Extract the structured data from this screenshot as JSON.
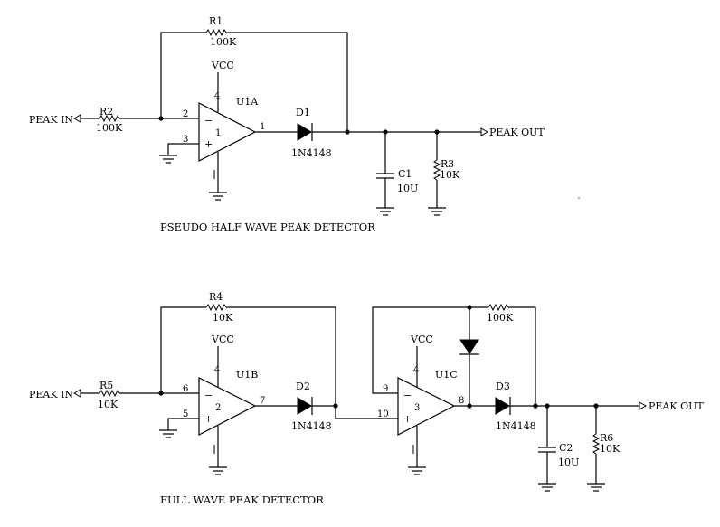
{
  "top": {
    "caption": "PSEUDO HALF WAVE PEAK DETECTOR",
    "input_port": "PEAK IN",
    "output_port": "PEAK OUT",
    "opamp": {
      "ref": "U1A",
      "vcc": "VCC",
      "pin_vcc": "4",
      "pin_inv": "2",
      "pin_noninv": "3",
      "pin_out": "1",
      "unit": "1"
    },
    "r1": {
      "ref": "R1",
      "value": "100K"
    },
    "r2": {
      "ref": "R2",
      "value": "100K"
    },
    "r3": {
      "ref": "R3",
      "value": "10K"
    },
    "c1": {
      "ref": "C1",
      "value": "10U"
    },
    "d1": {
      "ref": "D1",
      "value": "1N4148"
    }
  },
  "bottom": {
    "caption": "FULL WAVE PEAK DETECTOR",
    "input_port": "PEAK IN",
    "output_port": "PEAK OUT",
    "opamp_b": {
      "ref": "U1B",
      "vcc": "VCC",
      "pin_vcc": "4",
      "pin_inv": "6",
      "pin_noninv": "5",
      "pin_out": "7",
      "unit": "2"
    },
    "opamp_c": {
      "ref": "U1C",
      "vcc": "VCC",
      "pin_vcc": "4",
      "pin_inv": "9",
      "pin_noninv": "10",
      "pin_out": "8",
      "unit": "3"
    },
    "r4": {
      "ref": "R4",
      "value": "10K"
    },
    "r5": {
      "ref": "R5",
      "value": "10K"
    },
    "r6": {
      "ref": "R6",
      "value": "10K"
    },
    "r_fb": {
      "value": "100K"
    },
    "c2": {
      "ref": "C2",
      "value": "10U"
    },
    "d2": {
      "ref": "D2",
      "value": "1N4148"
    },
    "d3": {
      "ref": "D3",
      "value": "1N4148"
    }
  }
}
